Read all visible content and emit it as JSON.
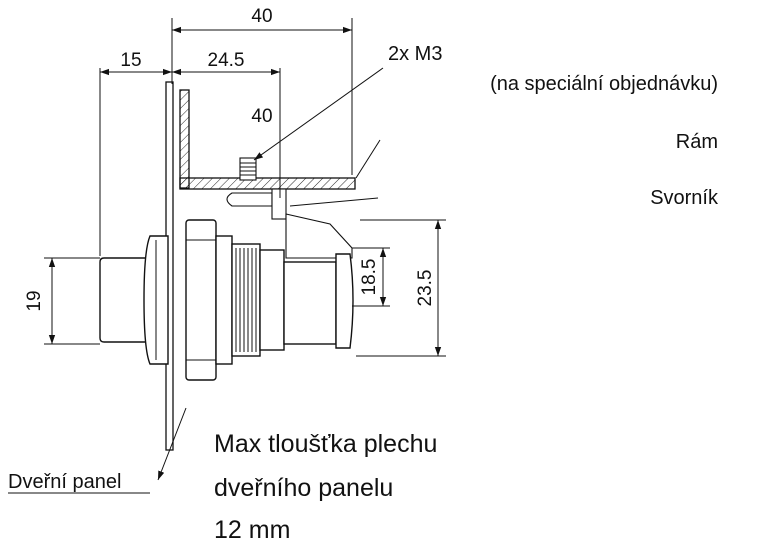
{
  "dimensions": {
    "overall_width": "40",
    "panel_offset": "15",
    "bracket_offset": "24.5",
    "bracket_height": "40",
    "body_height": "19",
    "shaft_inner": "18.5",
    "shaft_outer": "23.5"
  },
  "labels": {
    "screws": "2x M3",
    "screws_note": "(na speciální objednávku)",
    "frame": "Rám",
    "bolt": "Svorník",
    "door_panel": "Dveřní panel"
  },
  "note": {
    "line1": "Max tloušťka plechu",
    "line2": "dveřního panelu",
    "line3": "12 mm"
  }
}
